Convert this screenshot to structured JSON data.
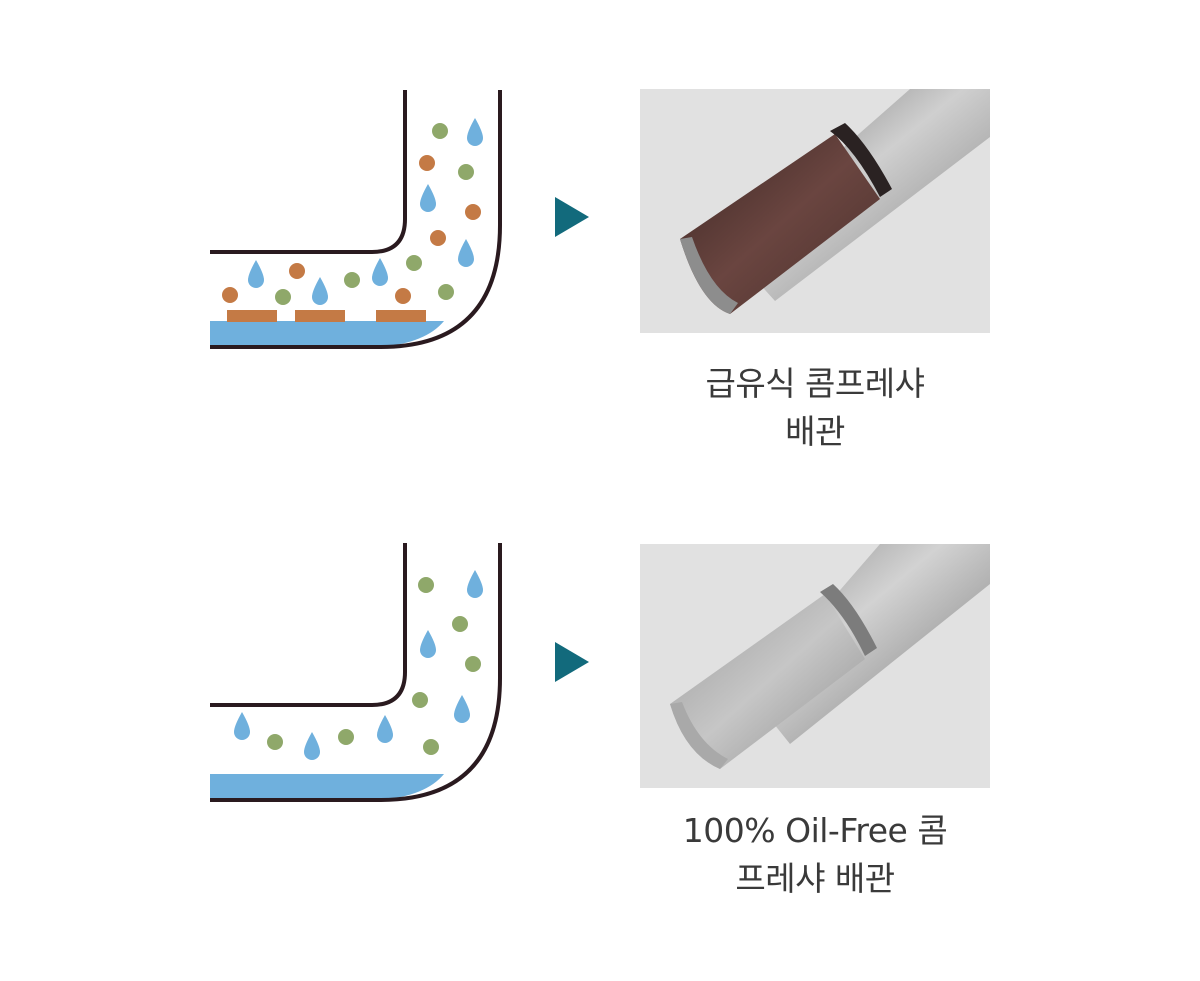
{
  "panels": [
    {
      "caption_line1": "급유식 콤프레샤",
      "caption_line2": "배관",
      "state": "oil-lubricated, rusted pipe interior"
    },
    {
      "caption_line1": "100% Oil-Free 콤",
      "caption_line2": "프레샤 배관",
      "state": "oil-free, clean pipe interior"
    }
  ],
  "colors": {
    "water": "#6fb0dd",
    "oil_particle": "#c47a45",
    "particle": "#8fa86a",
    "sludge": "#c47a45",
    "pipe_wall": "#2a1a1f",
    "arrow": "#126a7c",
    "photo_bg": "#e1e1e1"
  },
  "icons": [
    "water-drop-icon",
    "particle-dot-icon",
    "play-arrow-icon"
  ]
}
